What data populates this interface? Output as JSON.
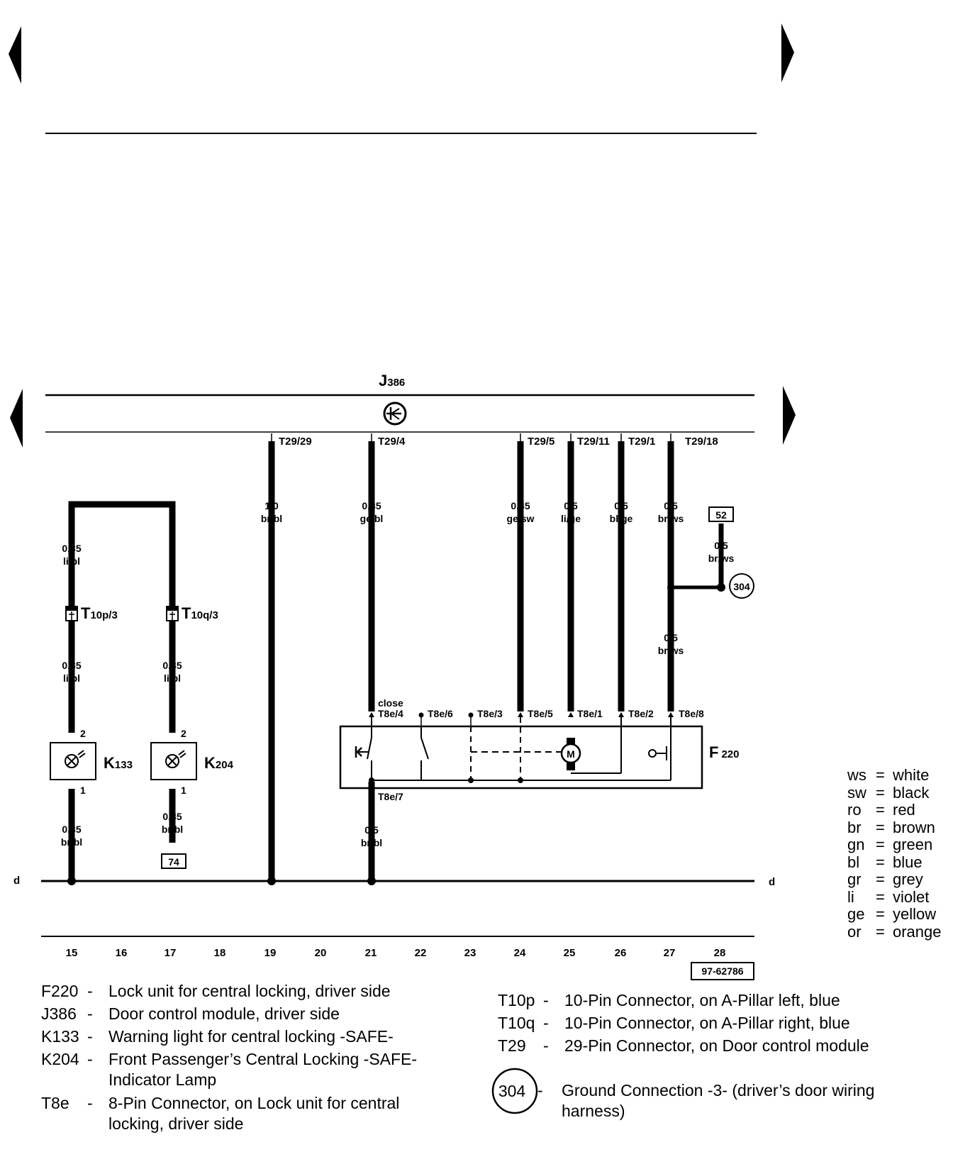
{
  "module": {
    "code": "J",
    "num": "386"
  },
  "pins": [
    {
      "id": "t29-29",
      "label": "T29/29"
    },
    {
      "id": "t29-4",
      "label": "T29/4"
    },
    {
      "id": "t29-5",
      "label": "T29/5"
    },
    {
      "id": "t29-11",
      "label": "T29/11"
    },
    {
      "id": "t29-1",
      "label": "T29/1"
    },
    {
      "id": "t29-18",
      "label": "T29/18"
    },
    {
      "id": "t8e-4",
      "label": "T8e/4"
    },
    {
      "id": "t8e-6",
      "label": "T8e/6"
    },
    {
      "id": "t8e-3",
      "label": "T8e/3"
    },
    {
      "id": "t8e-5",
      "label": "T8e/5"
    },
    {
      "id": "t8e-1",
      "label": "T8e/1"
    },
    {
      "id": "t8e-2",
      "label": "T8e/2"
    },
    {
      "id": "t8e-8",
      "label": "T8e/8"
    },
    {
      "id": "t8e-7",
      "label": "T8e/7"
    }
  ],
  "pin_close_label": "close",
  "wires": [
    {
      "size": "0,35",
      "color": "li/bl"
    },
    {
      "size": "0,35",
      "color": "li/bl"
    },
    {
      "size": "0,35",
      "color": "li/bl"
    },
    {
      "size": "0,35",
      "color": "br/bl"
    },
    {
      "size": "0,35",
      "color": "br/bl"
    },
    {
      "size": "1,0",
      "color": "br/bl"
    },
    {
      "size": "0,35",
      "color": "ge/bl"
    },
    {
      "size": "0,5",
      "color": "br/bl"
    },
    {
      "size": "0,35",
      "color": "ge/sw"
    },
    {
      "size": "0,5",
      "color": "li/ge"
    },
    {
      "size": "0,5",
      "color": "bl/ge"
    },
    {
      "size": "0,5",
      "color": "br/ws"
    },
    {
      "size": "0,5",
      "color": "br/ws"
    },
    {
      "size": "0,5",
      "color": "br/ws"
    }
  ],
  "connectors": [
    {
      "code": "T",
      "sub": "10p/3"
    },
    {
      "code": "T",
      "sub": "10q/3"
    }
  ],
  "components": [
    {
      "code": "K",
      "num": "133",
      "pin_top": "2",
      "pin_bottom": "1"
    },
    {
      "code": "K",
      "num": "204",
      "pin_top": "2",
      "pin_bottom": "1"
    },
    {
      "code": "F",
      "num": "220"
    }
  ],
  "refs": [
    "74",
    "52"
  ],
  "ground_id": "304",
  "motor_label": "M",
  "ground_bus_label": "d",
  "columns": [
    "15",
    "16",
    "17",
    "18",
    "19",
    "20",
    "21",
    "22",
    "23",
    "24",
    "25",
    "26",
    "27",
    "28"
  ],
  "doc_number": "97-62786",
  "color_legend": [
    {
      "code": "ws",
      "name": "white"
    },
    {
      "code": "sw",
      "name": "black"
    },
    {
      "code": "ro",
      "name": "red"
    },
    {
      "code": "br",
      "name": "brown"
    },
    {
      "code": "gn",
      "name": "green"
    },
    {
      "code": "bl",
      "name": "blue"
    },
    {
      "code": "gr",
      "name": "grey"
    },
    {
      "code": "li",
      "name": "violet"
    },
    {
      "code": "ge",
      "name": "yellow"
    },
    {
      "code": "or",
      "name": "orange"
    }
  ],
  "legend_left": [
    {
      "code": "F220",
      "dash": "-",
      "desc": "Lock unit for central locking, driver side"
    },
    {
      "code": "J386",
      "dash": "-",
      "desc": "Door control module, driver side"
    },
    {
      "code": "K133",
      "dash": "-",
      "desc": "Warning light for central locking -SAFE-"
    },
    {
      "code": "K204",
      "dash": "-",
      "desc": "Front Passenger’s Central Locking -SAFE- Indicator Lamp"
    },
    {
      "code": "T8e",
      "dash": "-",
      "desc": "8-Pin Connector, on Lock unit for central locking, driver side"
    }
  ],
  "legend_right": [
    {
      "code": "T10p",
      "dash": "-",
      "desc": "10-Pin Connector, on A-Pillar left, blue"
    },
    {
      "code": "T10q",
      "dash": "-",
      "desc": "10-Pin Connector, on A-Pillar right, blue"
    },
    {
      "code": "T29",
      "dash": "-",
      "desc": "29-Pin Connector, on Door control module"
    }
  ],
  "ground_legend": {
    "id": "304",
    "dash": "-",
    "desc": "Ground Connection -3- (driver’s door wiring harness)"
  }
}
